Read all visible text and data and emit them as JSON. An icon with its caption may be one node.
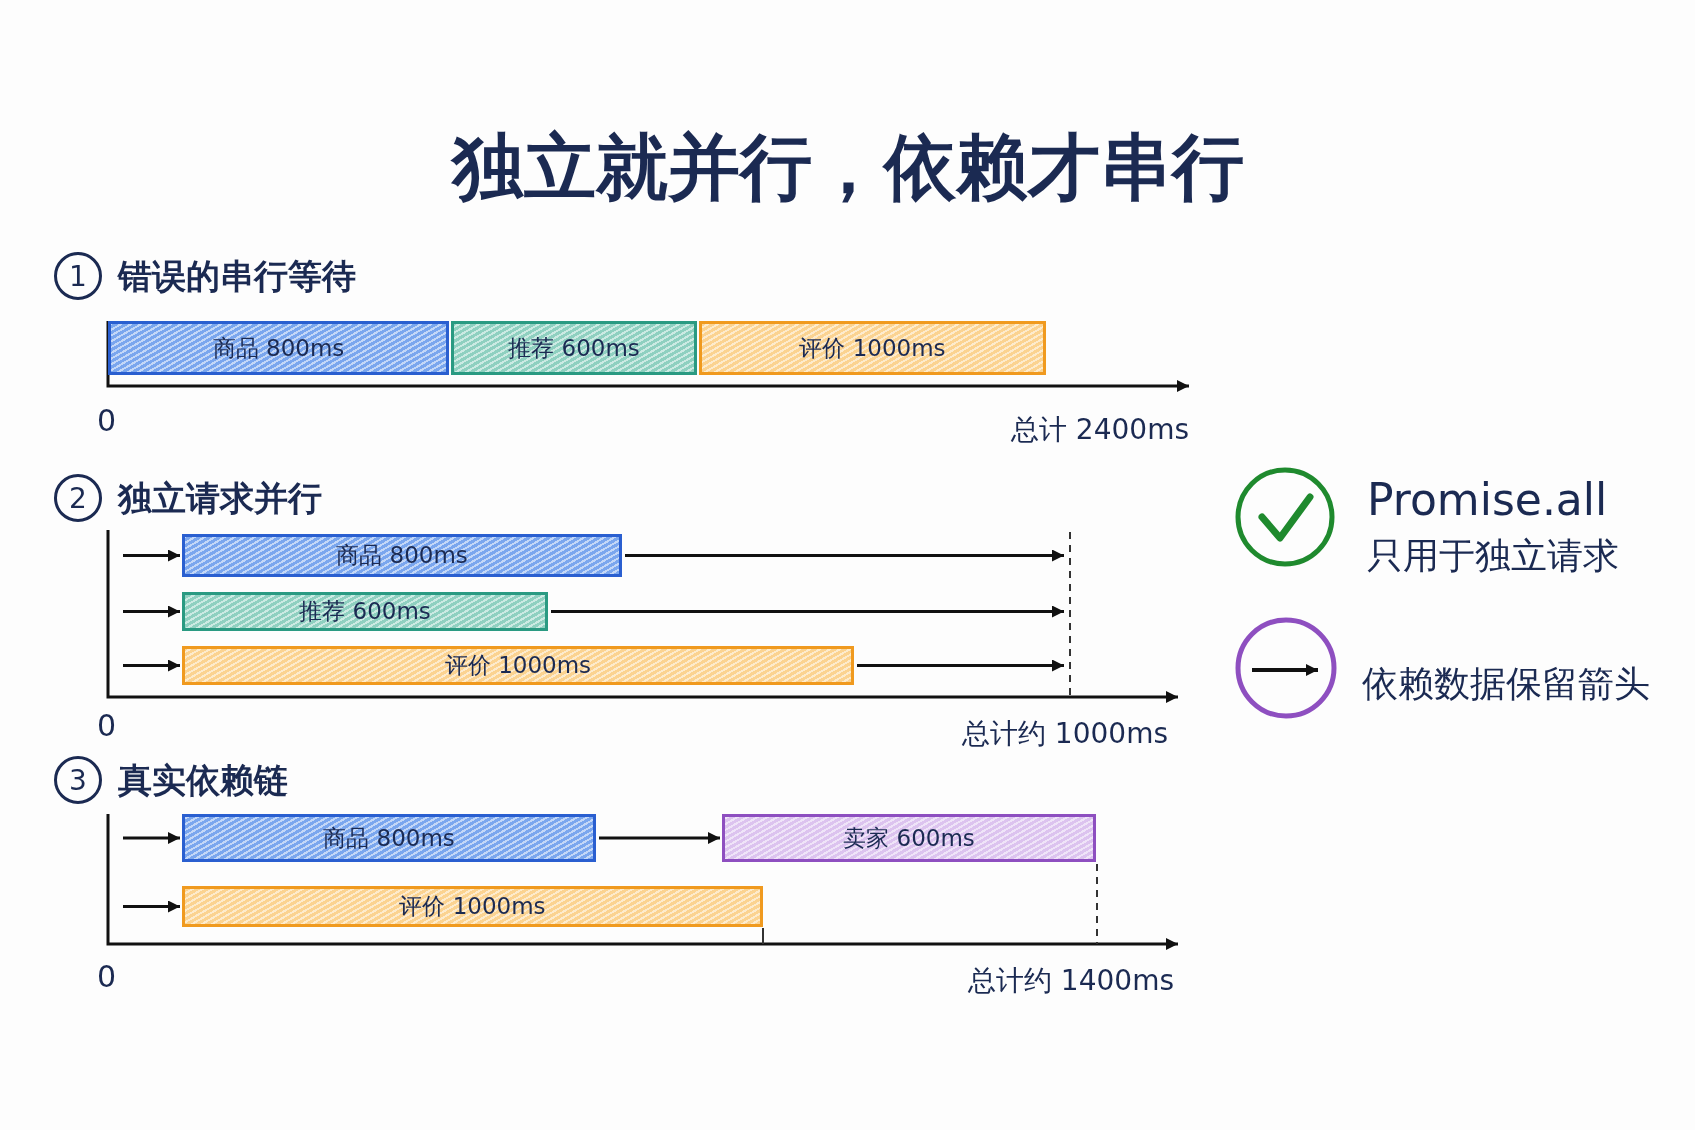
{
  "diagram": {
    "title": "独立就并行，依赖才串行",
    "nodes": [
      {
        "text": [
          "1"
        ],
        "beside": [
          "错误的串行等待"
        ]
      },
      {
        "text": [
          "商品 800ms"
        ]
      },
      {
        "text": [
          "推荐 600ms"
        ]
      },
      {
        "text": [
          "评价 1000ms"
        ]
      },
      {
        "text": [
          "2"
        ],
        "beside": [
          "独立请求并行"
        ]
      },
      {
        "text": [
          "商品 800ms"
        ]
      },
      {
        "text": [
          "推荐 600ms"
        ]
      },
      {
        "text": [
          "评价 1000ms"
        ]
      },
      {
        "text": [
          "3"
        ],
        "beside": [
          "真实依赖链"
        ]
      },
      {
        "text": [
          "商品 800ms"
        ]
      },
      {
        "text": [
          "卖家 600ms"
        ]
      },
      {
        "text": [
          "评价 1000ms"
        ]
      }
    ],
    "edges": [
      {
        "from": null,
        "to": 5,
        "arrow": "to"
      },
      {
        "from": 5,
        "to": null,
        "arrow": "to"
      },
      {
        "from": null,
        "to": 6,
        "arrow": "to"
      },
      {
        "from": 6,
        "to": null,
        "arrow": "to"
      },
      {
        "from": null,
        "to": 7,
        "arrow": "to"
      },
      {
        "from": 7,
        "to": null,
        "arrow": "to"
      },
      {
        "from": null,
        "to": 9,
        "arrow": "to"
      },
      {
        "from": 9,
        "to": 10,
        "arrow": "to"
      },
      {
        "from": null,
        "to": 11,
        "arrow": "to"
      }
    ],
    "labels": [
      "0",
      "总计 2400ms",
      "0",
      "总计约 1000ms",
      "0",
      "总计约 1400ms",
      "Promise.all",
      "只用于独立请求",
      "依赖数据保留箭头"
    ]
  }
}
